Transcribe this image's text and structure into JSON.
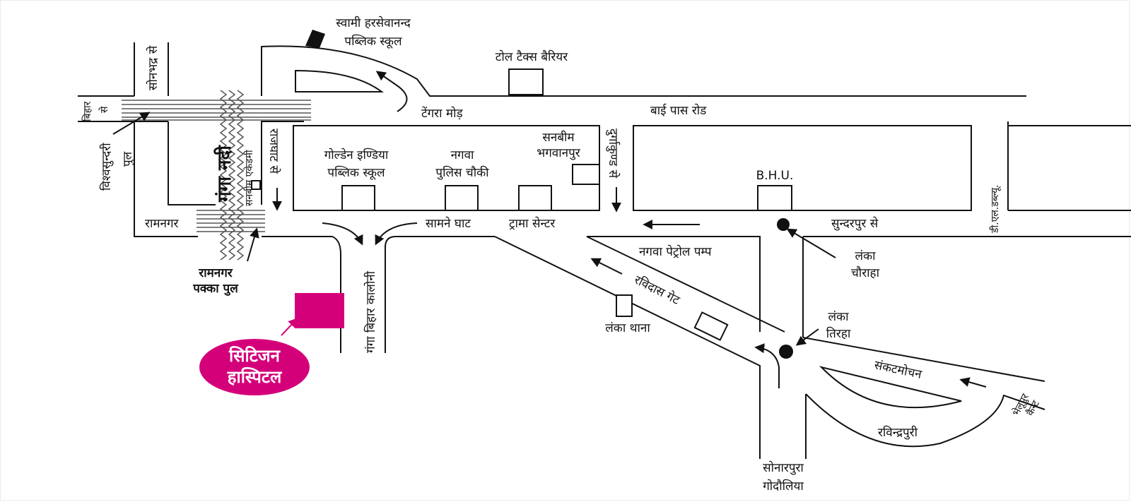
{
  "map": {
    "labels": {
      "school_swami_1": "स्वामी हरसेवानन्द",
      "school_swami_2": "पब्लिक स्कूल",
      "toll_tax": "टोल टैक्स बैरियर",
      "sonbhadra": "सोनभद्र से",
      "bihar": "बिहार",
      "bihar_se": "से",
      "tengra_mod": "टेंगरा मोड़",
      "bypass_road": "बाई पास रोड",
      "vishwasundari_1": "विश्वसुन्दरी",
      "vishwasundari_2": "पुल",
      "ganga_nadi": "गंगा नदी",
      "sunbeam_academy": "सनबीम एकेडमी",
      "rajghat": "राजघाट से",
      "golden_india_1": "गोल्डेन इण्डिया",
      "golden_india_2": "पब्लिक स्कूल",
      "nagwa_police_1": "नगवा",
      "nagwa_police_2": "पुलिस चौकी",
      "sunbeam_bhagwanpur_1": "सनबीम",
      "sunbeam_bhagwanpur_2": "भगवानपुर",
      "durgakund": "दुर्गाकुण्ड से",
      "bhu": "B.H.U.",
      "dlw": "डी.एल.डब्ल्यू.",
      "ramnagar": "रामनगर",
      "ramnagar_bridge_1": "रामनगर",
      "ramnagar_bridge_2": "पक्का पुल",
      "saamne_ghat": "सामने घाट",
      "trauma_center": "ट्रामा सेन्टर",
      "sundarpur": "सुन्दरपुर से",
      "nagwa_petrol": "नगवा पेट्रोल पम्प",
      "lanka_chauraha_1": "लंका",
      "lanka_chauraha_2": "चौराहा",
      "ravidas_gate": "रविदास गेट",
      "ganga_vihar": "गंगा बिहार कालोनी",
      "lanka_thana": "लंका थाना",
      "lanka_tiraha_1": "लंका",
      "lanka_tiraha_2": "तिरहा",
      "sankatmochan": "संकटमोचन",
      "bhelupur_1": "भेलूपुर",
      "bhelupur_2": "कैन्ट",
      "ravindrapuri": "रविन्द्रपुरी",
      "sonarpura_1": "सोनारपुरा",
      "sonarpura_2": "गोदौलिया",
      "hospital_1": "सिटिजन",
      "hospital_2": "हास्पिटल"
    },
    "colors": {
      "hospital": "#d4007a",
      "ink": "#111111"
    }
  }
}
